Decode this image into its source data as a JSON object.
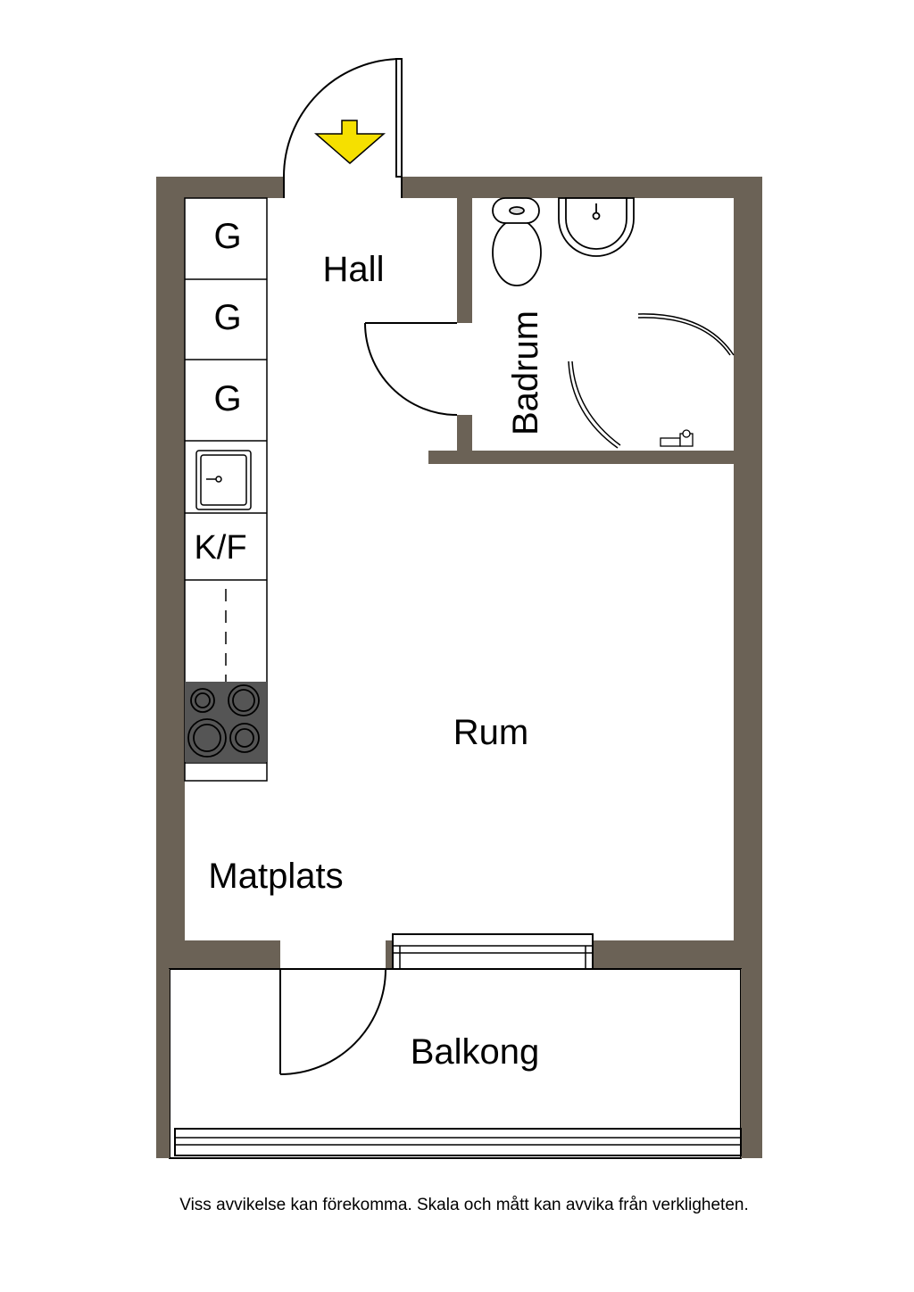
{
  "rooms": {
    "hall": "Hall",
    "badrum": "Badrum",
    "rum": "Rum",
    "matplats": "Matplats",
    "balkong": "Balkong"
  },
  "kitchen": {
    "cabinet_1": "G",
    "cabinet_2": "G",
    "cabinet_3": "G",
    "fridge": "K/F"
  },
  "disclaimer": "Viss avvikelse kan förekomma. Skala och mått kan avvika från verkligheten.",
  "colors": {
    "wall": "#6b6256",
    "entrance_arrow": "#f5e000",
    "stove": "#555555"
  },
  "icons": {
    "entrance": "entrance-arrow-icon",
    "toilet": "toilet-icon",
    "washbasin": "washbasin-icon",
    "sink": "kitchen-sink-icon",
    "stove": "stove-icon",
    "shower_tap": "shower-tap-icon"
  }
}
